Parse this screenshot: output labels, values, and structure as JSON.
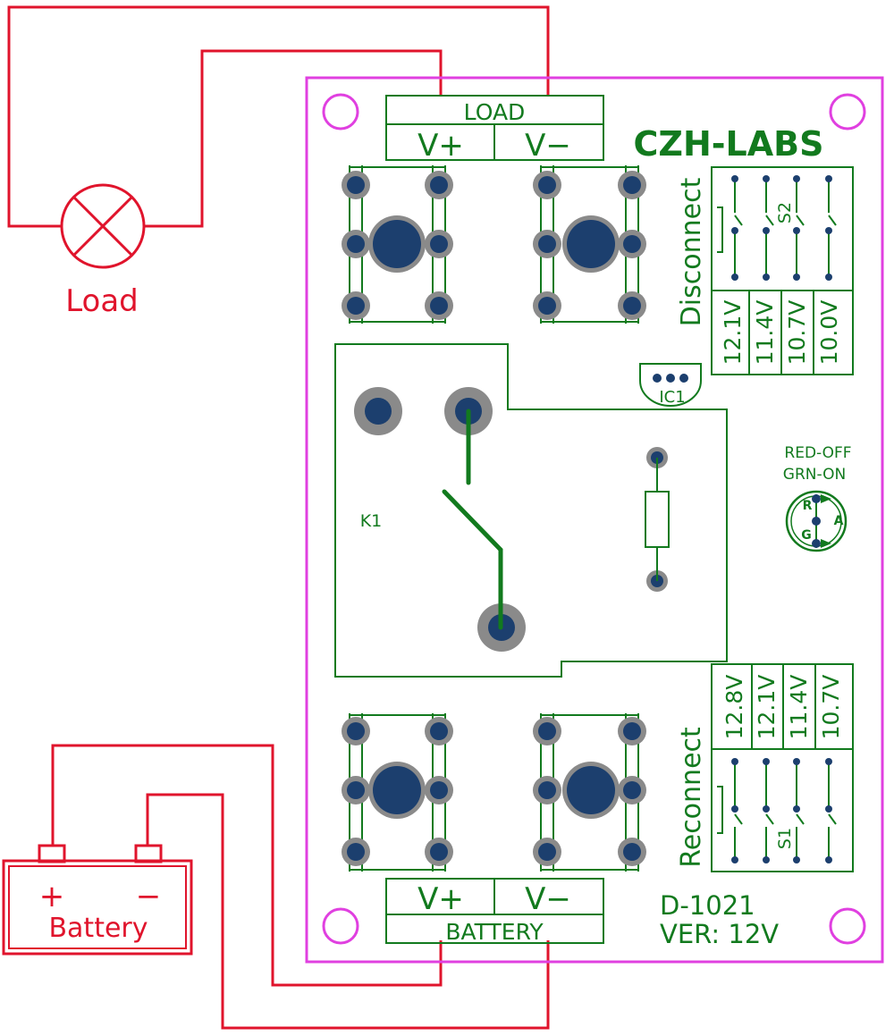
{
  "external": {
    "load_label": "Load",
    "battery_label": "Battery",
    "battery_plus": "+",
    "battery_minus": "−"
  },
  "board": {
    "brand": "CZH-LABS",
    "model": "D-1021",
    "version": "VER: 12V",
    "load_terminal": {
      "title": "LOAD",
      "plus": "V+",
      "minus": "V−"
    },
    "battery_terminal": {
      "title": "BATTERY",
      "plus": "V+",
      "minus": "V−"
    },
    "relay_ref": "K1",
    "ic_ref": "IC1",
    "led_legend": [
      "RED-OFF",
      "GRN-ON"
    ],
    "led_pins": {
      "r": "R",
      "g": "G",
      "a": "A"
    },
    "disconnect": {
      "label": "Disconnect",
      "switch_ref": "S2",
      "voltages": [
        "12.1V",
        "11.4V",
        "10.7V",
        "10.0V"
      ]
    },
    "reconnect": {
      "label": "Reconnect",
      "switch_ref": "S1",
      "voltages": [
        "12.8V",
        "12.1V",
        "11.4V",
        "10.7V"
      ]
    }
  },
  "colors": {
    "wire": "#e0142c",
    "silkscreen": "#127a1e",
    "board_outline": "#e040e0",
    "pad": "#1c3f6e",
    "pad_ring": "#8a8a8a"
  }
}
